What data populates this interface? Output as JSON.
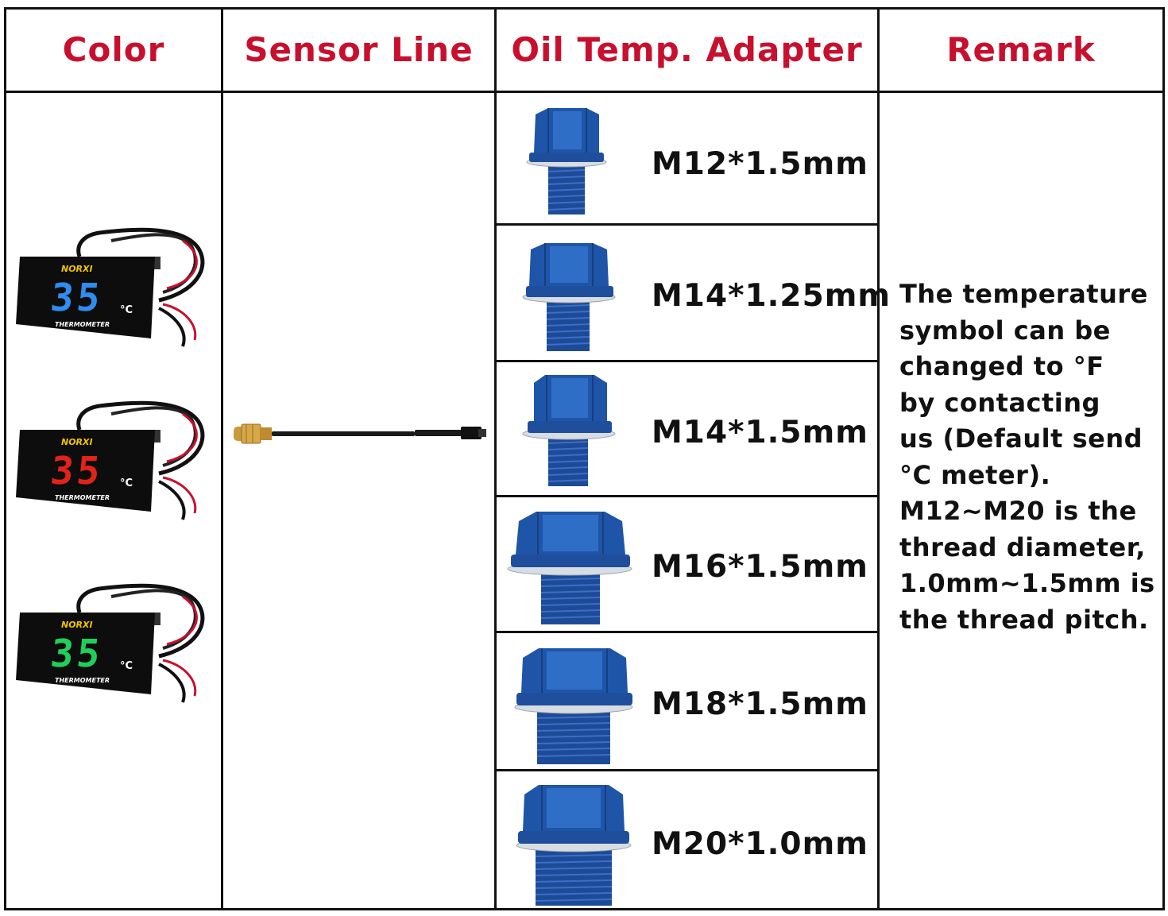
{
  "headers": {
    "color": "Color",
    "sensor_line": "Sensor Line",
    "adapter": "Oil Temp. Adapter",
    "remark": "Remark"
  },
  "meters": [
    {
      "brand": "NORXI",
      "reading": "35",
      "unit": "°C",
      "label": "THERMOMETER",
      "digit_color": "#2f8cf0"
    },
    {
      "brand": "NORXI",
      "reading": "35",
      "unit": "°C",
      "label": "THERMOMETER",
      "digit_color": "#e2231a"
    },
    {
      "brand": "NORXI",
      "reading": "35",
      "unit": "°C",
      "label": "THERMOMETER",
      "digit_color": "#1fcf5a"
    }
  ],
  "adapters": [
    {
      "size": "M12*1.5mm"
    },
    {
      "size": "M14*1.25mm"
    },
    {
      "size": "M14*1.5mm"
    },
    {
      "size": "M16*1.5mm"
    },
    {
      "size": "M18*1.5mm"
    },
    {
      "size": "M20*1.0mm"
    }
  ],
  "remark_lines": [
    "The temperature",
    "symbol can be",
    "changed to °F",
    "by contacting",
    "us (Default send",
    "°C meter).",
    "M12~M20 is the",
    "thread diameter,",
    "1.0mm~1.5mm is",
    "the thread pitch."
  ],
  "colors": {
    "header_red": "#c8102e",
    "bolt_blue": "#1f4f9c",
    "border": "#111111"
  }
}
